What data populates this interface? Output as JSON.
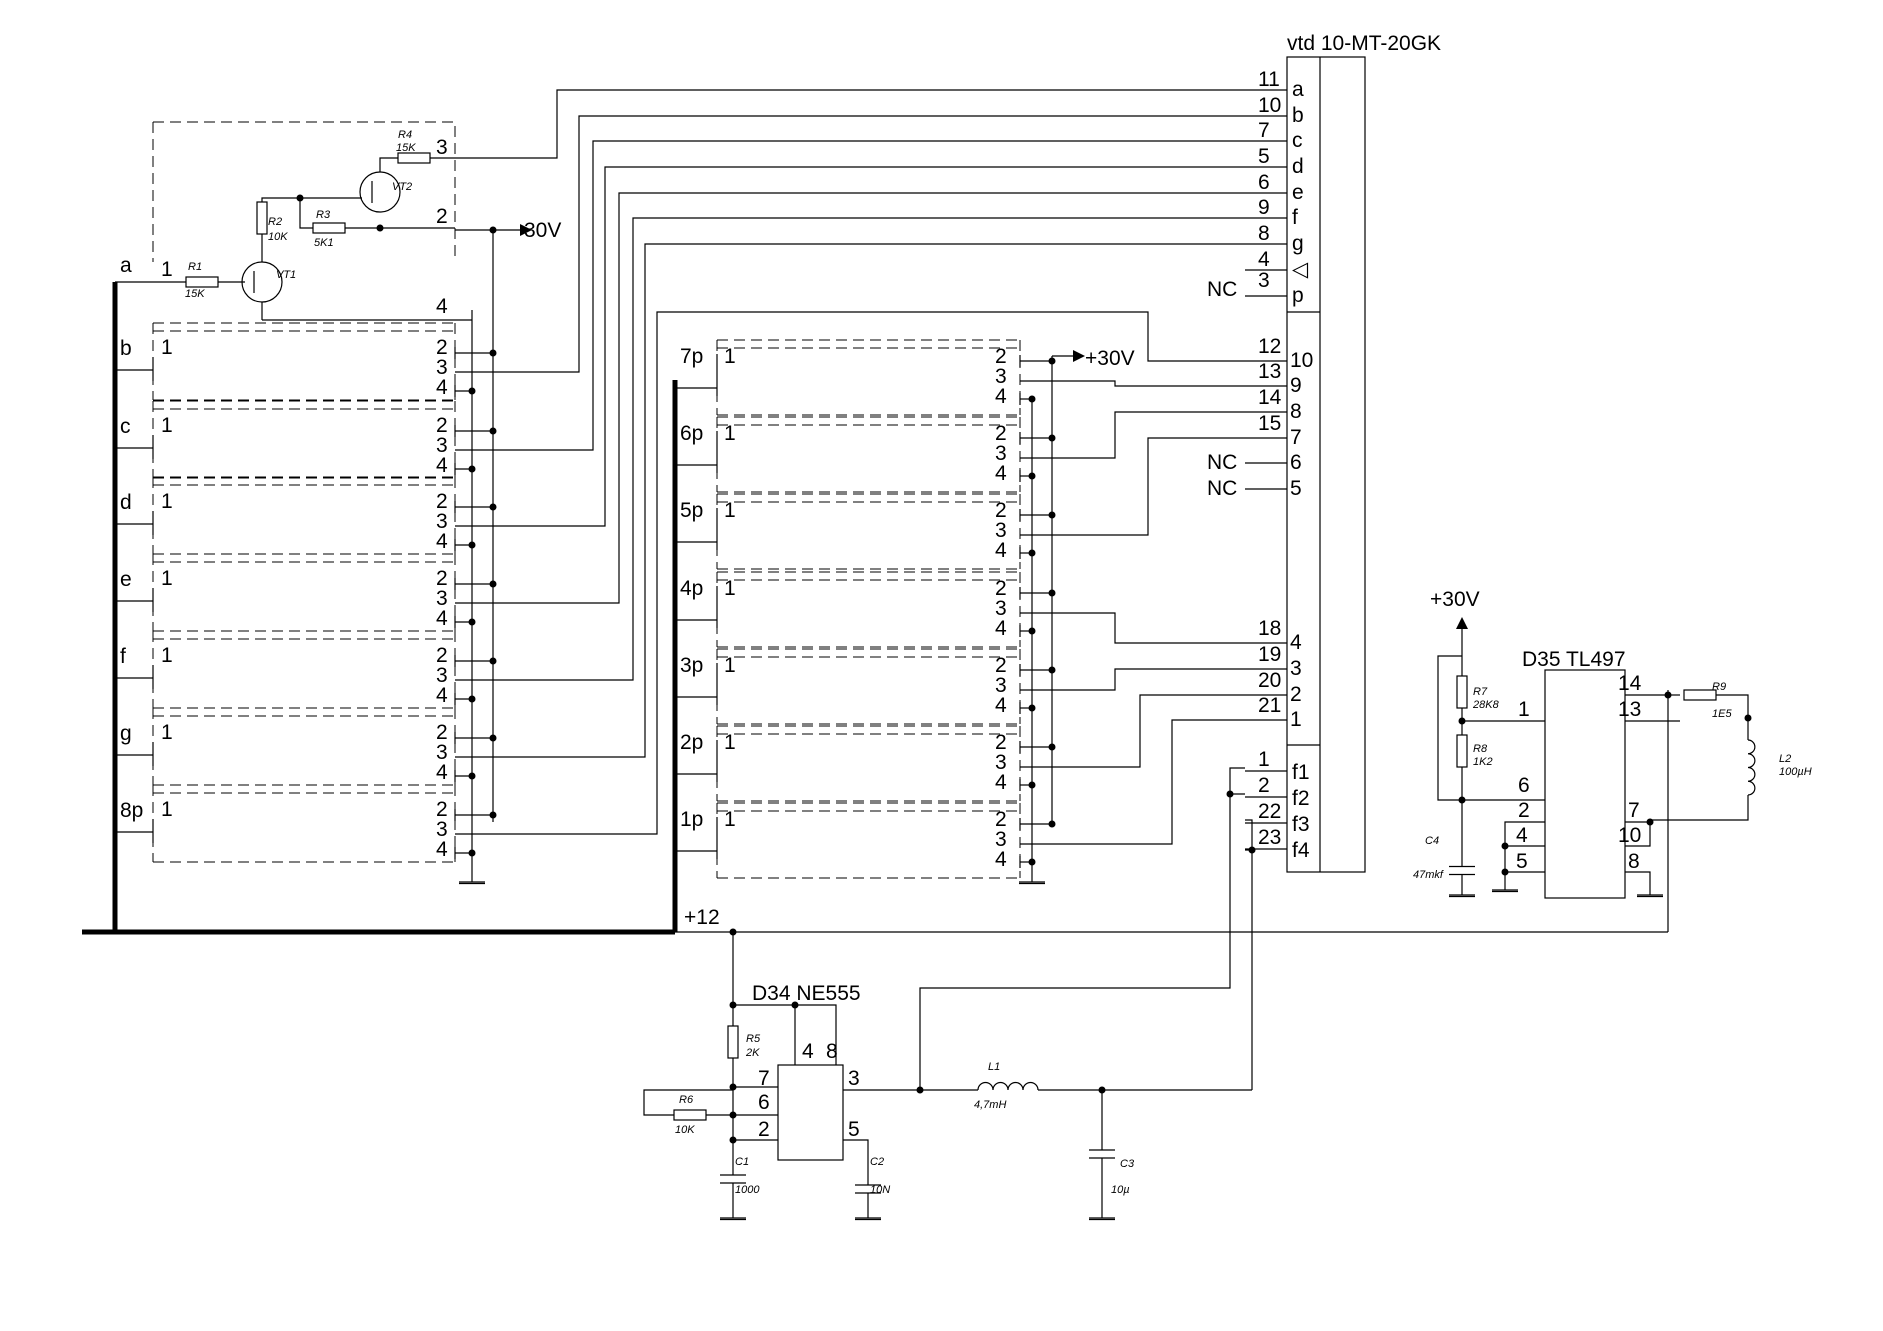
{
  "title": "vtd 10-MT-20GK",
  "labels": {
    "v30": "30V",
    "p30": "+30V",
    "v12": "+12",
    "nc": "NC"
  },
  "transistors": [
    {
      "ref": "VT1"
    },
    {
      "ref": "VT2"
    }
  ],
  "resistors": [
    {
      "ref": "R1",
      "value": "15K"
    },
    {
      "ref": "R2",
      "value": "10K"
    },
    {
      "ref": "R3",
      "value": "5K1"
    },
    {
      "ref": "R4",
      "value": "15K"
    },
    {
      "ref": "R5",
      "value": "2K"
    },
    {
      "ref": "R6",
      "value": "10K"
    },
    {
      "ref": "R7",
      "value": "28K8"
    },
    {
      "ref": "R8",
      "value": "1K2"
    },
    {
      "ref": "R9",
      "value": "1E5"
    }
  ],
  "capacitors": [
    {
      "ref": "C1",
      "value": "1000"
    },
    {
      "ref": "C2",
      "value": "10N"
    },
    {
      "ref": "C3",
      "value": "10µ"
    },
    {
      "ref": "C4",
      "value": "47mkf"
    }
  ],
  "inductors": [
    {
      "ref": "L1",
      "value": "4,7mH"
    },
    {
      "ref": "L2",
      "value": "100µH"
    }
  ],
  "ics": [
    {
      "ref": "D34 NE555",
      "pins": [
        "4",
        "8",
        "7",
        "6",
        "2",
        "3",
        "5"
      ]
    },
    {
      "ref": "D35 TL497",
      "pins": [
        "1",
        "6",
        "2",
        "4",
        "5",
        "14",
        "13",
        "7",
        "10",
        "8"
      ]
    }
  ],
  "left_modules": [
    "a",
    "b",
    "c",
    "d",
    "e",
    "f",
    "g",
    "8p"
  ],
  "right_modules": [
    "7p",
    "6p",
    "5p",
    "4p",
    "3p",
    "2p",
    "1p"
  ],
  "module_pins": [
    "1",
    "2",
    "3",
    "4"
  ],
  "vfd_segment_pins": [
    {
      "pin": "11",
      "name": "a"
    },
    {
      "pin": "10",
      "name": "b"
    },
    {
      "pin": "7",
      "name": "c"
    },
    {
      "pin": "5",
      "name": "d"
    },
    {
      "pin": "6",
      "name": "e"
    },
    {
      "pin": "9",
      "name": "f"
    },
    {
      "pin": "8",
      "name": "g"
    },
    {
      "pin": "4",
      "name": "◁"
    },
    {
      "pin": "3",
      "name": "p"
    }
  ],
  "vfd_grid_pins": [
    {
      "pin": "12",
      "name": "10"
    },
    {
      "pin": "13",
      "name": "9"
    },
    {
      "pin": "14",
      "name": "8"
    },
    {
      "pin": "15",
      "name": "7"
    },
    {
      "pin": "NC",
      "name": "6"
    },
    {
      "pin": "NC",
      "name": "5"
    },
    {
      "pin": "18",
      "name": "4"
    },
    {
      "pin": "19",
      "name": "3"
    },
    {
      "pin": "20",
      "name": "2"
    },
    {
      "pin": "21",
      "name": "1"
    }
  ],
  "vfd_filament_pins": [
    {
      "pin": "1",
      "name": "f1"
    },
    {
      "pin": "2",
      "name": "f2"
    },
    {
      "pin": "22",
      "name": "f3"
    },
    {
      "pin": "23",
      "name": "f4"
    }
  ]
}
